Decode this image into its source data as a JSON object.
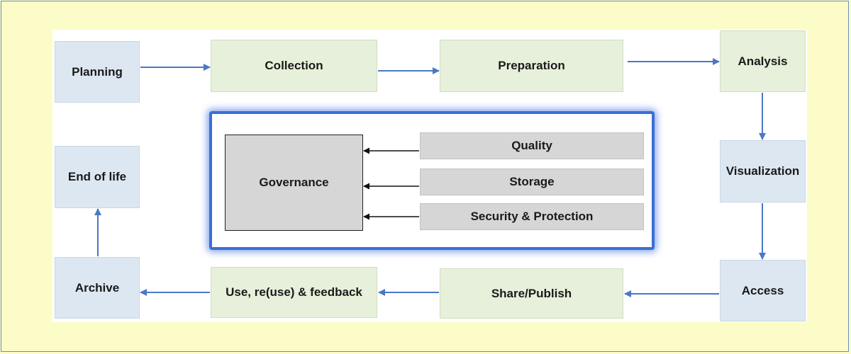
{
  "stages": {
    "planning": "Planning",
    "collection": "Collection",
    "preparation": "Preparation",
    "analysis": "Analysis",
    "visualization": "Visualization",
    "access": "Access",
    "share_publish": "Share/Publish",
    "use_reuse_feedback": "Use, re(use) & feedback",
    "archive": "Archive",
    "end_of_life": "End of life"
  },
  "governance": {
    "title": "Governance",
    "components": [
      "Quality",
      "Storage",
      "Security &  Protection"
    ]
  },
  "colors": {
    "background": "#fcfcc8",
    "stage_blue": "#dde7f2",
    "stage_green": "#e6f0da",
    "arrow": "#4a78c4",
    "governance_border": "#3a6fd6",
    "governance_fill": "#d6d6d6"
  }
}
